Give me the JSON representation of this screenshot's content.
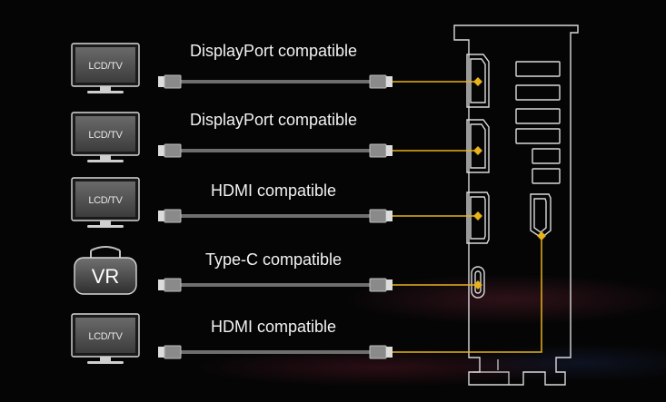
{
  "rows": [
    {
      "device": "LCD/TV",
      "device_type": "monitor",
      "connection": "DisplayPort compatible",
      "port": "displayport"
    },
    {
      "device": "LCD/TV",
      "device_type": "monitor",
      "connection": "DisplayPort compatible",
      "port": "displayport"
    },
    {
      "device": "LCD/TV",
      "device_type": "monitor",
      "connection": "HDMI compatible",
      "port": "hdmi"
    },
    {
      "device": "VR",
      "device_type": "vr-headset",
      "connection": "Type-C compatible",
      "port": "usb-type-c"
    },
    {
      "device": "LCD/TV",
      "device_type": "monitor",
      "connection": "HDMI compatible",
      "port": "hdmi"
    }
  ],
  "colors": {
    "background": "#050505",
    "connector_line": "#e8b21a",
    "outline": "#d9d9d9",
    "cable": "#6e6e6e",
    "screen": "#5a5a5a"
  },
  "icons": {
    "monitor": "monitor-icon",
    "vr": "vr-headset-icon",
    "cable": "cable-icon",
    "bracket": "graphics-card-bracket-icon"
  }
}
